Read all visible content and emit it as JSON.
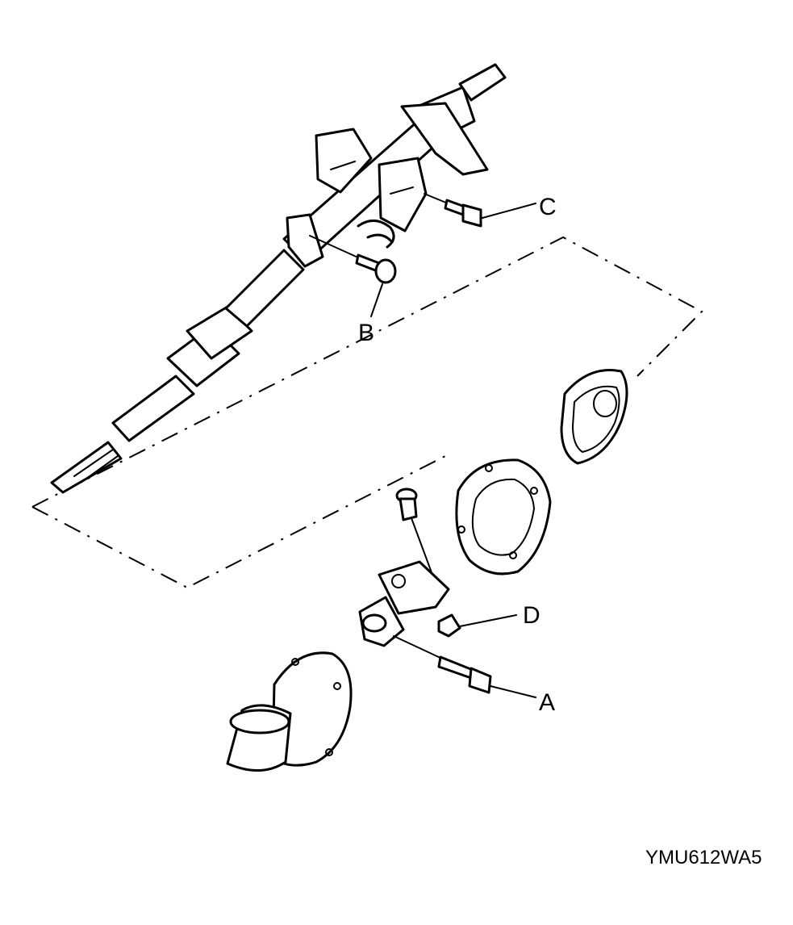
{
  "diagram": {
    "callouts": {
      "a": "A",
      "b": "B",
      "c": "C",
      "d": "D"
    },
    "figure_code": "YMU612WA5"
  }
}
